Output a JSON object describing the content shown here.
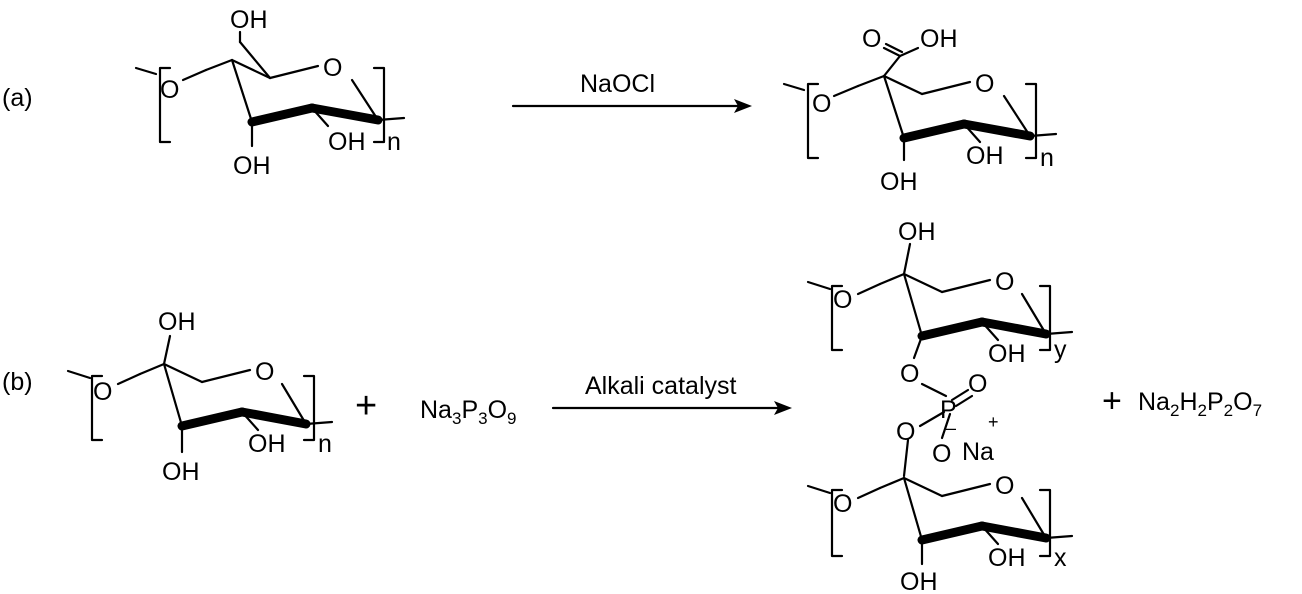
{
  "panel_a": {
    "label": "(a)",
    "reactant": {
      "oh_top": "OH",
      "ring_o": "O",
      "linker_o": "O",
      "oh_bottom": "OH",
      "oh_right": "OH",
      "repeat": "n"
    },
    "reagent": "NaOCl",
    "product": {
      "carbonyl_o": "O",
      "acid_oh": "OH",
      "ring_o": "O",
      "linker_o": "O",
      "oh_bottom": "OH",
      "oh_right": "OH",
      "repeat": "n"
    }
  },
  "panel_b": {
    "label": "(b)",
    "reactant": {
      "oh_top": "OH",
      "ring_o": "O",
      "linker_o": "O",
      "oh_bottom": "OH",
      "oh_right": "OH",
      "repeat": "n"
    },
    "plus_1": "+",
    "trimetaphosphate": {
      "na": "Na",
      "na_sub": "3",
      "p": "P",
      "p_sub": "3",
      "o": "O",
      "o_sub": "9"
    },
    "reagent": "Alkali catalyst",
    "product": {
      "upper": {
        "oh_top": "OH",
        "ring_o": "O",
        "linker_o": "O",
        "oh_right": "OH",
        "repeat": "y"
      },
      "bridge": {
        "ester_o_top": "O",
        "p": "P",
        "p_dbl_o": "O",
        "ester_o_bottom": "O",
        "minus": "–",
        "anion_o": "O",
        "plus": "+",
        "na": "Na"
      },
      "lower": {
        "ring_o": "O",
        "linker_o": "O",
        "oh_bottom": "OH",
        "oh_right": "OH",
        "repeat": "x"
      }
    },
    "plus_2": "+",
    "pyrophosphate": {
      "na": "Na",
      "na_sub": "2",
      "h": "H",
      "h_sub": "2",
      "p": "P",
      "p_sub": "2",
      "o": "O",
      "o_sub": "7"
    }
  }
}
